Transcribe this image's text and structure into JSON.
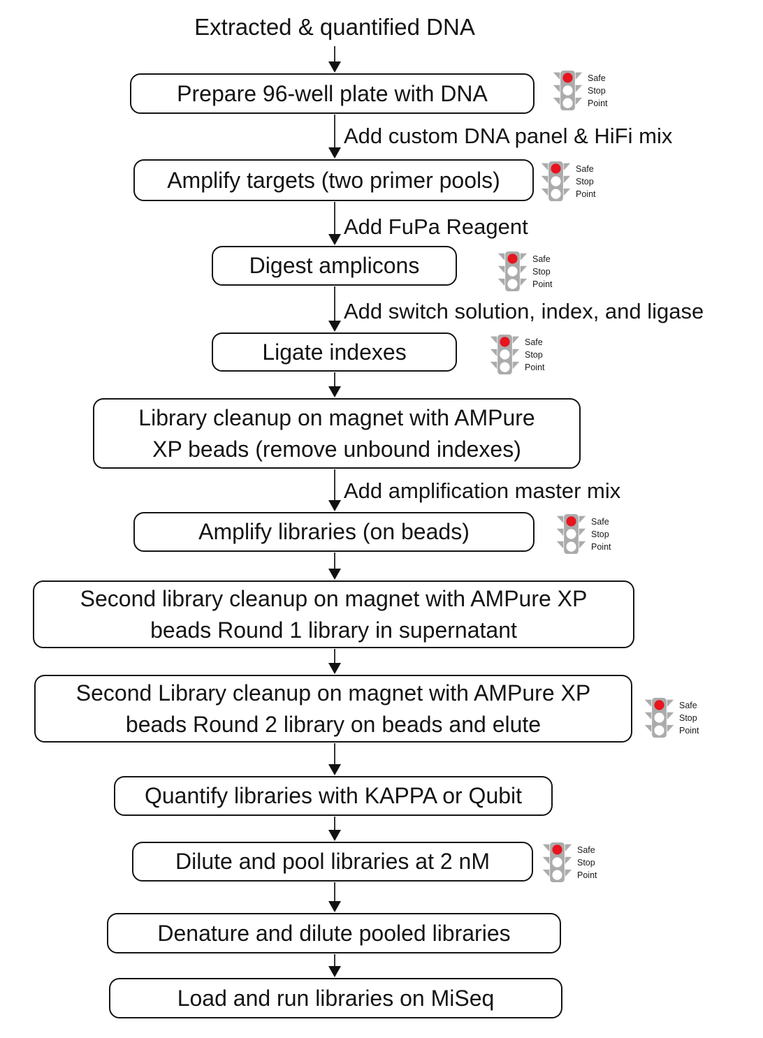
{
  "title": "Extracted & quantified DNA",
  "safe_stop_point": {
    "label_lines": [
      "Safe",
      "Stop",
      "Point"
    ],
    "red": "#e8141e",
    "off": "#ffffff",
    "gray": "#ababab"
  },
  "steps": [
    {
      "label": "Prepare 96-well plate with DNA",
      "safe_stop_point": true
    },
    {
      "arrow_label": "Add custom DNA panel & HiFi mix",
      "label": "Amplify targets (two primer pools)",
      "safe_stop_point": true
    },
    {
      "arrow_label": "Add FuPa Reagent",
      "label": "Digest amplicons",
      "safe_stop_point": true
    },
    {
      "arrow_label": "Add switch solution, index, and ligase",
      "label": "Ligate indexes",
      "safe_stop_point": true
    },
    {
      "label": "Library cleanup on magnet with AMPure\nXP beads (remove unbound indexes)",
      "safe_stop_point": false
    },
    {
      "arrow_label": "Add amplification master mix",
      "label": "Amplify libraries (on beads)",
      "safe_stop_point": true
    },
    {
      "label": "Second library cleanup on magnet with AMPure XP\nbeads Round 1 library in supernatant",
      "safe_stop_point": false
    },
    {
      "label": "Second Library cleanup on magnet with AMPure XP\nbeads Round 2 library on beads and elute",
      "safe_stop_point": true
    },
    {
      "label": "Quantify libraries with KAPPA or Qubit",
      "safe_stop_point": false
    },
    {
      "label": "Dilute and pool libraries at 2 nM",
      "safe_stop_point": true
    },
    {
      "label": "Denature and dilute pooled libraries",
      "safe_stop_point": false
    },
    {
      "label": "Load and run libraries on MiSeq",
      "safe_stop_point": false
    }
  ]
}
